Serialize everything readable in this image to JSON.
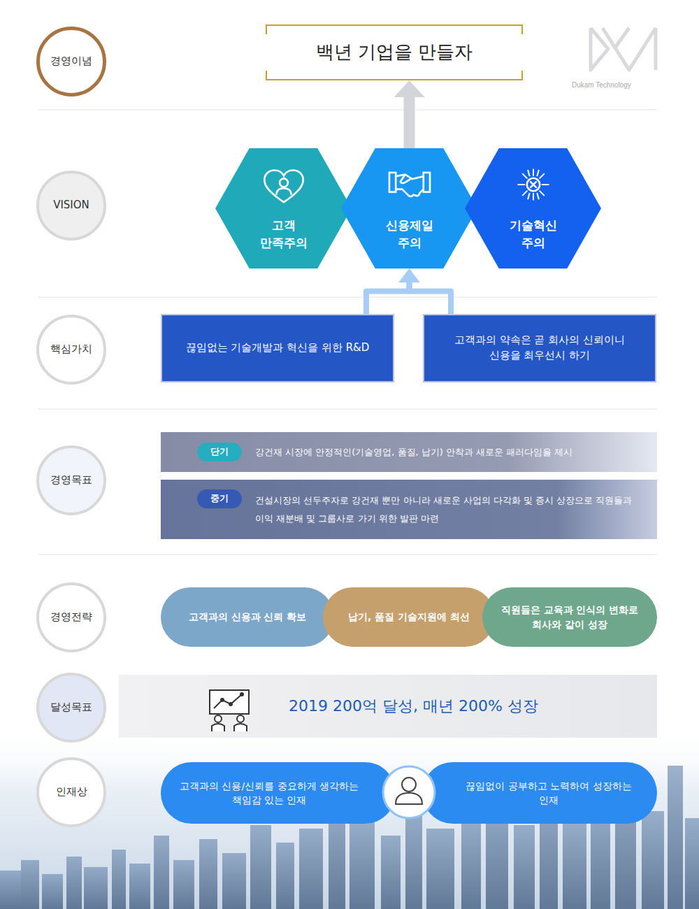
{
  "diagram": {
    "nodes": [
      {
        "text": [
          "경영이념"
        ]
      },
      {
        "text": [
          "백년 기업을 만들자"
        ]
      },
      {
        "text": [
          "VISION"
        ]
      },
      {
        "text": [
          "고객 만족주의"
        ]
      },
      {
        "text": [
          "신용제일 주의"
        ]
      },
      {
        "text": [
          "기술혁신 주의"
        ]
      },
      {
        "text": [
          "핵심가치"
        ]
      },
      {
        "text": [
          "끊임없는 기술개발과 혁신을 위한 R&D"
        ]
      },
      {
        "text": [
          "고객과의 약속은 곧 회사의 신뢰이니 신용을 최우선시 하기"
        ]
      },
      {
        "text": [
          "경영목표"
        ]
      },
      {
        "text": [
          "강건재 시장에 안정적인(기술영업, 품질, 납기) 안착과 새로운 패러다임을 제시"
        ]
      },
      {
        "text": [
          "단기"
        ],
        "in": 10
      },
      {
        "text": [
          "건설시장의 선두주자로 강건재 뿐만 아니라 새로운 사업의 다각화 및 증시 상장으로 직원들과 이익 재분배 및 그룹사로 가기 위한 발판 마련"
        ]
      },
      {
        "text": [
          "중기"
        ],
        "in": 12
      },
      {
        "text": [
          "경영전략"
        ]
      },
      {
        "text": [
          "고객과의 신용과 신뢰 확보"
        ]
      },
      {
        "text": [
          "납기, 품질 기술지원에 최선"
        ]
      },
      {
        "text": [
          "직원들은 교육과 인식의 변화로 회사와 같이 성장"
        ]
      },
      {
        "text": [
          "달성목표"
        ]
      },
      {
        "text": [
          "2019 200억 달성, 매년 200% 성장"
        ]
      },
      {
        "text": [
          "인재상"
        ]
      },
      {
        "text": [
          "고객과의 신용/신뢰를 중요하게 생각하는 책임감 있는 인재"
        ]
      },
      {
        "text": [
          "끊임없이 공부하고 노력하여 성장하는 인재"
        ]
      }
    ],
    "edges": [
      {
        "from": 4,
        "to": 1,
        "arrow": "to"
      },
      {
        "from": 7,
        "to": 4,
        "arrow": "to"
      },
      {
        "from": 8,
        "to": 4,
        "arrow": "to"
      }
    ],
    "labels": [
      "Dukam Technology"
    ]
  }
}
